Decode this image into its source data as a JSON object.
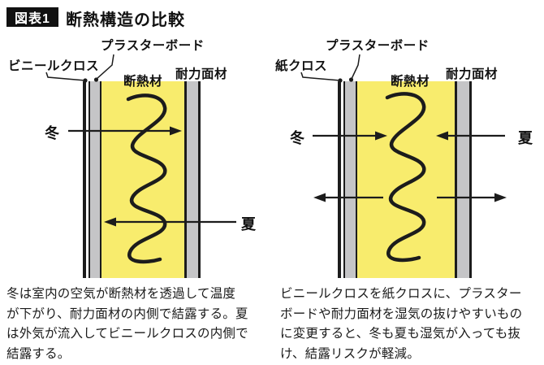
{
  "header": {
    "badge": "図表1",
    "title": "断熱構造の比較"
  },
  "colors": {
    "insulation_yellow": "#f8ec6d",
    "board_gray": "#c5c5c7",
    "line_black": "#1c1c1c",
    "badge_bg": "#111111",
    "badge_text": "#ffffff"
  },
  "left_diagram": {
    "labels": {
      "wall_cover": "ビニールクロス",
      "plasterboard": "プラスターボード",
      "insulation": "断熱材",
      "structural_panel": "耐力面材",
      "winter": "冬",
      "summer": "夏"
    },
    "caption_lines": [
      "冬は室内の空気が断熱材を透過して温度",
      "が下がり、耐力面材の内側で結露する。夏",
      "は外気が流入してビニールクロスの内側で",
      "結露する。"
    ]
  },
  "right_diagram": {
    "labels": {
      "wall_cover": "紙クロス",
      "plasterboard": "プラスターボード",
      "insulation": "断熱材",
      "structural_panel": "耐力面材",
      "winter": "冬",
      "summer": "夏"
    },
    "caption_lines": [
      "ビニールクロスを紙クロスに、プラスター",
      "ボードや耐力面材を湿気の抜けやすいもの",
      "に変更すると、冬も夏も湿気が入っても抜",
      "け、結露リスクが軽減。"
    ]
  }
}
